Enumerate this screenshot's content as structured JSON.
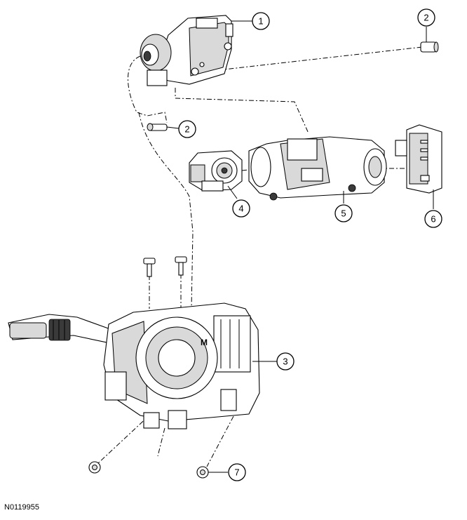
{
  "figure": {
    "id_label": "N0119955"
  },
  "callouts": [
    {
      "key": "c1",
      "label": "1"
    },
    {
      "key": "c2a",
      "label": "2"
    },
    {
      "key": "c2b",
      "label": "2"
    },
    {
      "key": "c3",
      "label": "3"
    },
    {
      "key": "c4",
      "label": "4"
    },
    {
      "key": "c5",
      "label": "5"
    },
    {
      "key": "c6",
      "label": "6"
    },
    {
      "key": "c7",
      "label": "7"
    }
  ]
}
